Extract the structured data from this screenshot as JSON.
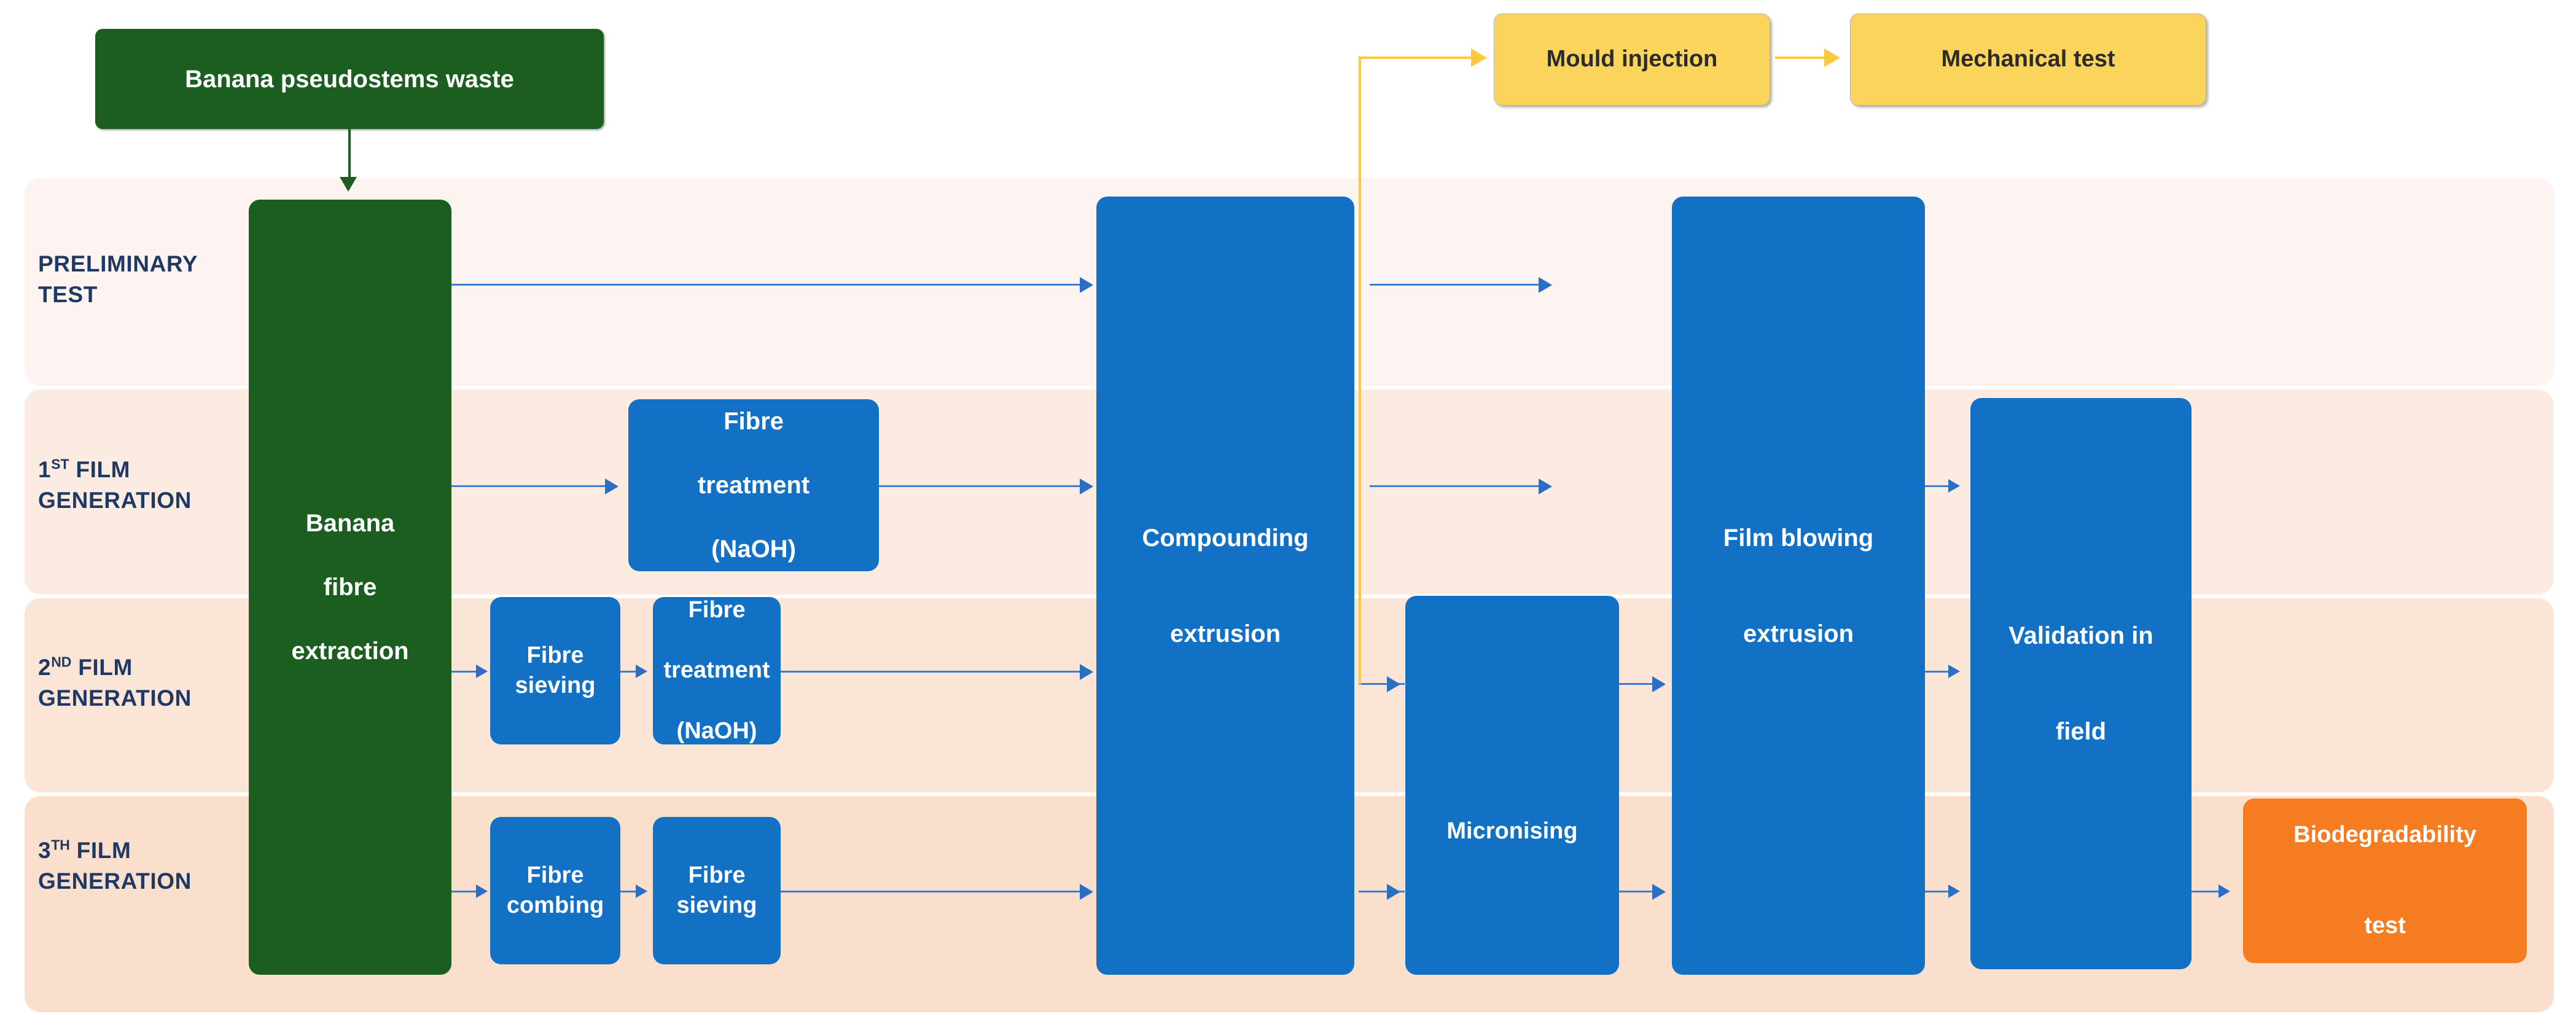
{
  "diagram": {
    "title": "Banana pseudostems waste processing flowchart",
    "colors": {
      "green": "#1c5d20",
      "blue": "#1271c4",
      "orange": "#f57c20",
      "yellow": "#fbd45c",
      "arrow_blue": "#2a6fc4",
      "arrow_yellow": "#fbc93d",
      "label_text": "#1f3864",
      "band_1": "#fdf3f0",
      "band_2": "#fcebe1",
      "band_3": "#fbe5d7",
      "band_4": "#fbdfcd"
    },
    "lanes": [
      {
        "id": "preliminary",
        "label_line1": "PRELIMINARY",
        "label_line2": "TEST",
        "ordinal": "",
        "suffix": ""
      },
      {
        "id": "gen1",
        "label_line1": "FILM",
        "label_line2": "GENERATION",
        "ordinal": "1",
        "suffix": "ST"
      },
      {
        "id": "gen2",
        "label_line1": "FILM",
        "label_line2": "GENERATION",
        "ordinal": "2",
        "suffix": "ND"
      },
      {
        "id": "gen3",
        "label_line1": "FILM",
        "label_line2": "GENERATION",
        "ordinal": "3",
        "suffix": "TH"
      }
    ],
    "nodes": {
      "banana_waste": "Banana pseudostems waste",
      "fibre_extraction_l1": "Banana",
      "fibre_extraction_l2": "fibre",
      "fibre_extraction_l3": "extraction",
      "fibre_treatment_gen1_l1": "Fibre",
      "fibre_treatment_gen1_l2": "treatment",
      "fibre_treatment_gen1_l3": "(NaOH)",
      "fibre_sieving_gen2": "Fibre sieving",
      "fibre_treatment_gen2_l1": "Fibre",
      "fibre_treatment_gen2_l2": "treatment",
      "fibre_treatment_gen2_l3": "(NaOH)",
      "fibre_combing_gen3": "Fibre combing",
      "fibre_sieving_gen3": "Fibre sieving",
      "compounding_l1": "Compounding",
      "compounding_l2": "extrusion",
      "micronising": "Micronising",
      "film_blowing_l1": "Film blowing",
      "film_blowing_l2": "extrusion",
      "validation_l1": "Validation in",
      "validation_l2": "field",
      "biodegradability_l1": "Biodegradability",
      "biodegradability_l2": "test",
      "mould_injection": "Mould injection",
      "mechanical_test": "Mechanical test"
    }
  }
}
